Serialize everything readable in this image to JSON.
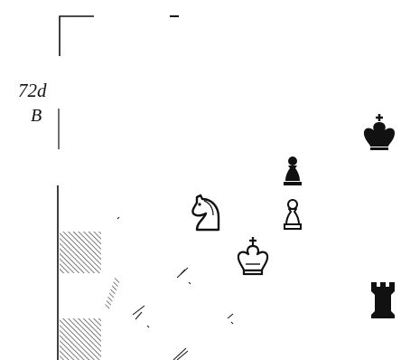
{
  "diagram": {
    "number": "72d",
    "side": "B"
  },
  "colors": {
    "ink": "#111111",
    "paper": "#ffffff",
    "hatch": "#444444"
  },
  "pieces": [
    {
      "name": "black-king",
      "color": "black",
      "type": "king"
    },
    {
      "name": "black-pawn",
      "color": "black",
      "type": "pawn"
    },
    {
      "name": "white-knight",
      "color": "white",
      "type": "knight"
    },
    {
      "name": "white-pawn",
      "color": "white",
      "type": "pawn"
    },
    {
      "name": "white-king",
      "color": "white",
      "type": "king"
    },
    {
      "name": "black-rook",
      "color": "black",
      "type": "rook"
    }
  ]
}
